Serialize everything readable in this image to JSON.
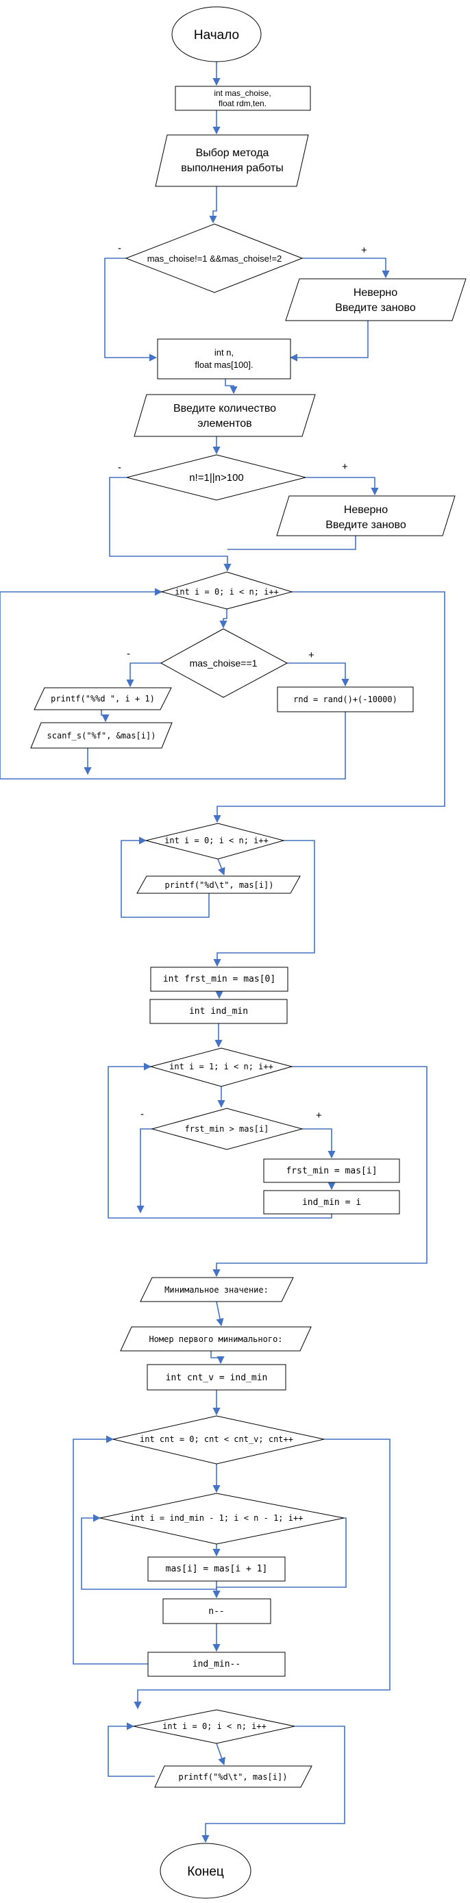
{
  "colors": {
    "connector": "#4472c4",
    "outline": "#000000",
    "background": "#ffffff"
  },
  "branch": {
    "yes": "+",
    "no": "-"
  },
  "blocks": {
    "start": "Начало",
    "decl1_a": "int mas_choise,",
    "decl1_b": "float rdm,ten.",
    "choose_a": "Выбор метода",
    "choose_b": "выполнения работы",
    "cond1": "mas_choise!=1 &&mas_choise!=2",
    "err1_a": "Неверно",
    "err1_b": "Введите заново",
    "decl2_a": "int n,",
    "decl2_b": "float mas[100].",
    "input_n_a": "Введите количество",
    "input_n_b": "элементов",
    "cond2": "n!=1||n>100",
    "err2_a": "Неверно",
    "err2_b": "Введите заново",
    "loop1": "int i = 0; i < n; i++",
    "cond3": "mas_choise==1",
    "print1": "printf(\"%%d \", i + 1)",
    "scan1": "scanf_s(\"%f\", &mas[i])",
    "rnd": "rnd = rand()+(-10000)",
    "loop2": "int i = 0; i < n; i++",
    "print2": "printf(\"%d\\t\", mas[i])",
    "frst": "int frst_min = mas[0]",
    "ind": "int ind_min",
    "loop3": "int i = 1; i < n; i++",
    "cond4": "frst_min > mas[i]",
    "assign1": "frst_min = mas[i]",
    "assign2": "ind_min = i",
    "out_min": "Минимальное значение:",
    "out_num": "Номер первого минимального:",
    "cnt_v": "int cnt_v = ind_min",
    "loop4": "int cnt = 0; cnt < cnt_v; cnt++",
    "loop5": "int i = ind_min - 1; i < n - 1; i++",
    "shift": "mas[i] = mas[i + 1]",
    "n_dec": "n--",
    "ind_dec": "ind_min--",
    "loop6": "int i = 0; i < n; i++",
    "print3": "printf(\"%d\\t\", mas[i])",
    "end": "Конец"
  }
}
